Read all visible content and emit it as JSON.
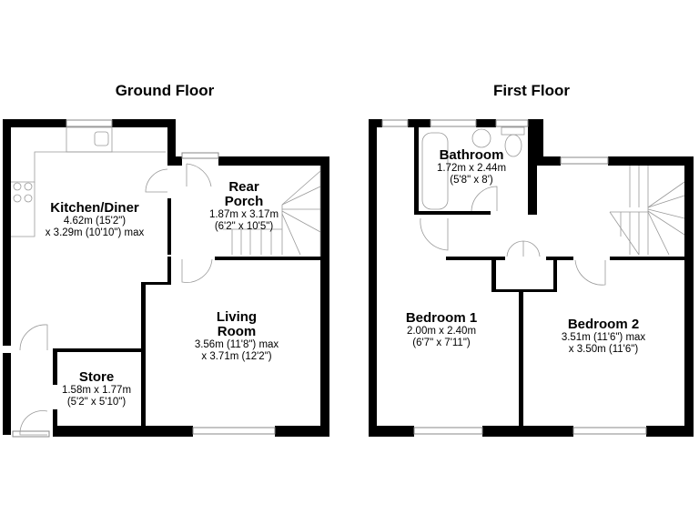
{
  "floors": [
    {
      "title": "Ground Floor",
      "rooms": [
        {
          "name": "Kitchen/Diner",
          "dims": [
            "4.62m (15'2\")",
            "x 3.29m (10'10\") max"
          ]
        },
        {
          "name": "Rear Porch",
          "name_lines": [
            "Rear",
            "Porch"
          ],
          "dims": [
            "1.87m x 3.17m",
            "(6'2\" x 10'5\")"
          ]
        },
        {
          "name": "Living Room",
          "name_lines": [
            "Living",
            "Room"
          ],
          "dims": [
            "3.56m (11'8\") max",
            "x 3.71m (12'2\")"
          ]
        },
        {
          "name": "Store",
          "dims": [
            "1.58m x 1.77m",
            "(5'2\" x 5'10\")"
          ]
        }
      ]
    },
    {
      "title": "First Floor",
      "rooms": [
        {
          "name": "Bathroom",
          "dims": [
            "1.72m x 2.44m",
            "(5'8\" x 8')"
          ]
        },
        {
          "name": "Bedroom 1",
          "dims": [
            "2.00m x 2.40m",
            "(6'7\" x 7'11\")"
          ]
        },
        {
          "name": "Bedroom 2",
          "dims": [
            "3.51m (11'6\") max",
            "x 3.50m (11'6\")"
          ]
        }
      ]
    }
  ]
}
